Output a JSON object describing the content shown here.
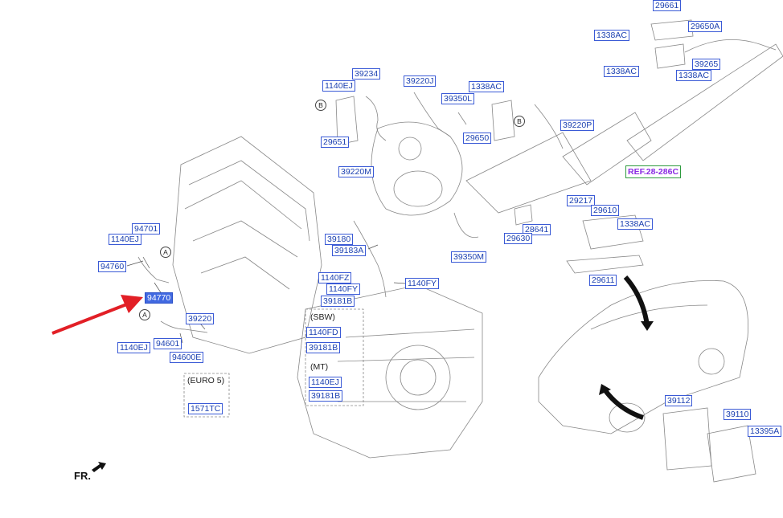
{
  "labels": {
    "l29661": "29661",
    "l29650A": "29650A",
    "l1338AC_a": "1338AC",
    "l39265": "39265",
    "l1338AC_b": "1338AC",
    "l1338AC_c": "1338AC",
    "l39234": "39234",
    "l39220J": "39220J",
    "l1338AC_d": "1338AC",
    "l1140EJ_a": "1140EJ",
    "l39350L": "39350L",
    "l29651": "29651",
    "l29650": "29650",
    "l39220P": "39220P",
    "l39220M": "39220M",
    "l29217": "29217",
    "l29610": "29610",
    "l1338AC_e": "1338AC",
    "l28641": "28641",
    "l29630": "29630",
    "l39350M": "39350M",
    "l29611": "29611",
    "l94701": "94701",
    "l1140EJ_b": "1140EJ",
    "l94760": "94760",
    "l94770": "94770",
    "l39220": "39220",
    "l94601": "94601",
    "l1140EJ_c": "1140EJ",
    "l94600E": "94600E",
    "l1571TC": "1571TC",
    "l39180": "39180",
    "l39183A": "39183A",
    "l1140FZ": "1140FZ",
    "l1140FY_a": "1140FY",
    "l1140FY_b": "1140FY",
    "l39181B_a": "39181B",
    "l1140FD": "1140FD",
    "l39181B_b": "39181B",
    "l1140EJ_d": "1140EJ",
    "l39181B_c": "39181B",
    "l39112": "39112",
    "l39110": "39110",
    "l13395A": "13395A"
  },
  "ref": "REF.28-286C",
  "notes": {
    "sbw": "(SBW)",
    "mt": "(MT)",
    "euro5": "(EURO 5)"
  },
  "circles": {
    "a": "A",
    "b": "B"
  },
  "direction": "FR.",
  "colors": {
    "label_blue": "#1a3fb0",
    "highlight": "#4169e1",
    "arrow_red": "#e21f26",
    "ref_purple": "#8a2be2"
  }
}
